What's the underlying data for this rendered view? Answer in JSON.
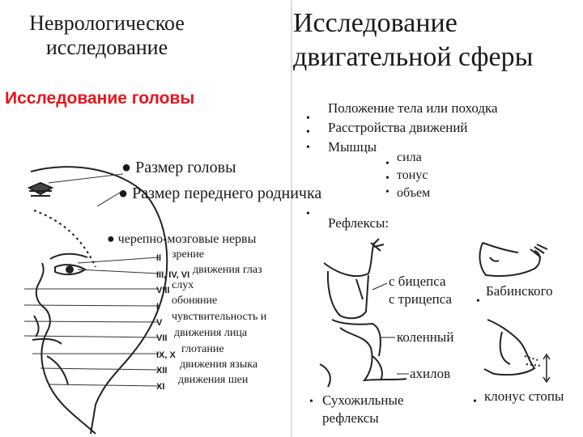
{
  "left_title": "Неврологическое исследование",
  "left_subtitle": "Исследование головы",
  "right_title": "Исследование двигательной сферы",
  "head": {
    "head_size": "Размер головы",
    "fontanel": "Размер переднего родничка",
    "cranial_nerves": "черепно-мозговые нервы",
    "nerves": [
      {
        "roman": "II",
        "function": "зрение"
      },
      {
        "roman": "III, IV, VI",
        "function": "движения глаз"
      },
      {
        "roman": "VIII",
        "function": "слух"
      },
      {
        "roman": "I",
        "function": "обоняние"
      },
      {
        "roman": "V",
        "function": "чувствительность и"
      },
      {
        "roman": "VII",
        "function": "движения лица"
      },
      {
        "roman": "IX, X",
        "function": "глотание"
      },
      {
        "roman": "XII",
        "function": "движения языка"
      },
      {
        "roman": "XI",
        "function": "движения шеи"
      }
    ]
  },
  "motor": {
    "items": [
      "Положение тела или походка",
      "Расстройства движений",
      "Мышцы"
    ],
    "muscle_sub": [
      "сила",
      "тонус",
      "объем"
    ],
    "reflexes_label": "Рефлексы:",
    "biceps": "с бицепса",
    "triceps": "с трицепса",
    "knee": "коленный",
    "achilles": "ахилов",
    "tendon": "Сухожильные рефлексы",
    "babinski": "Бабинского",
    "clonus": "клонус стопы"
  }
}
